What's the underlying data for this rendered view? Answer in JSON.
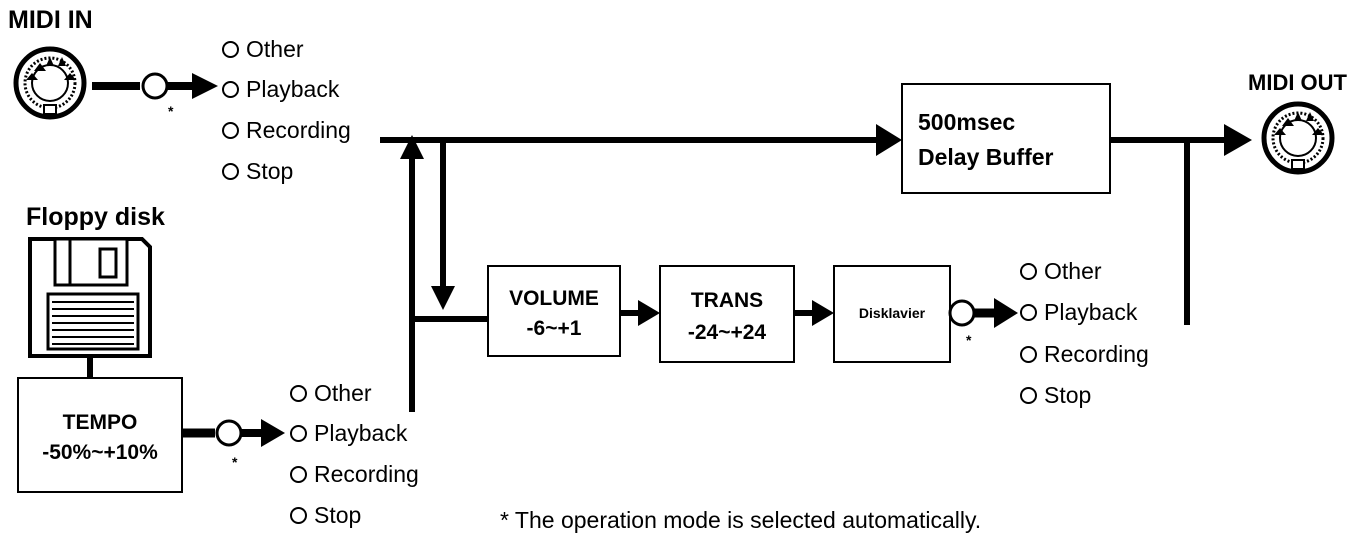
{
  "labels": {
    "midi_in": "MIDI IN",
    "midi_out": "MIDI OUT",
    "floppy": "Floppy disk",
    "note": "* The operation mode is selected automatically."
  },
  "asterisk": "*",
  "boxes": {
    "delay": {
      "line1": "500msec",
      "line2": "Delay Buffer"
    },
    "volume": {
      "line1": "VOLUME",
      "line2": "-6~+1"
    },
    "trans": {
      "line1": "TRANS",
      "line2": "-24~+24"
    },
    "disklavier": {
      "line1": "Disklavier"
    },
    "tempo": {
      "line1": "TEMPO",
      "line2": "-50%~+10%"
    }
  },
  "mode_groups": {
    "midi_in": [
      "Other",
      "Playback",
      "Recording",
      "Stop"
    ],
    "disklavier": [
      "Other",
      "Playback",
      "Recording",
      "Stop"
    ],
    "tempo": [
      "Other",
      "Playback",
      "Recording",
      "Stop"
    ]
  },
  "colors": {
    "ink": "#000000",
    "paper": "#ffffff"
  }
}
